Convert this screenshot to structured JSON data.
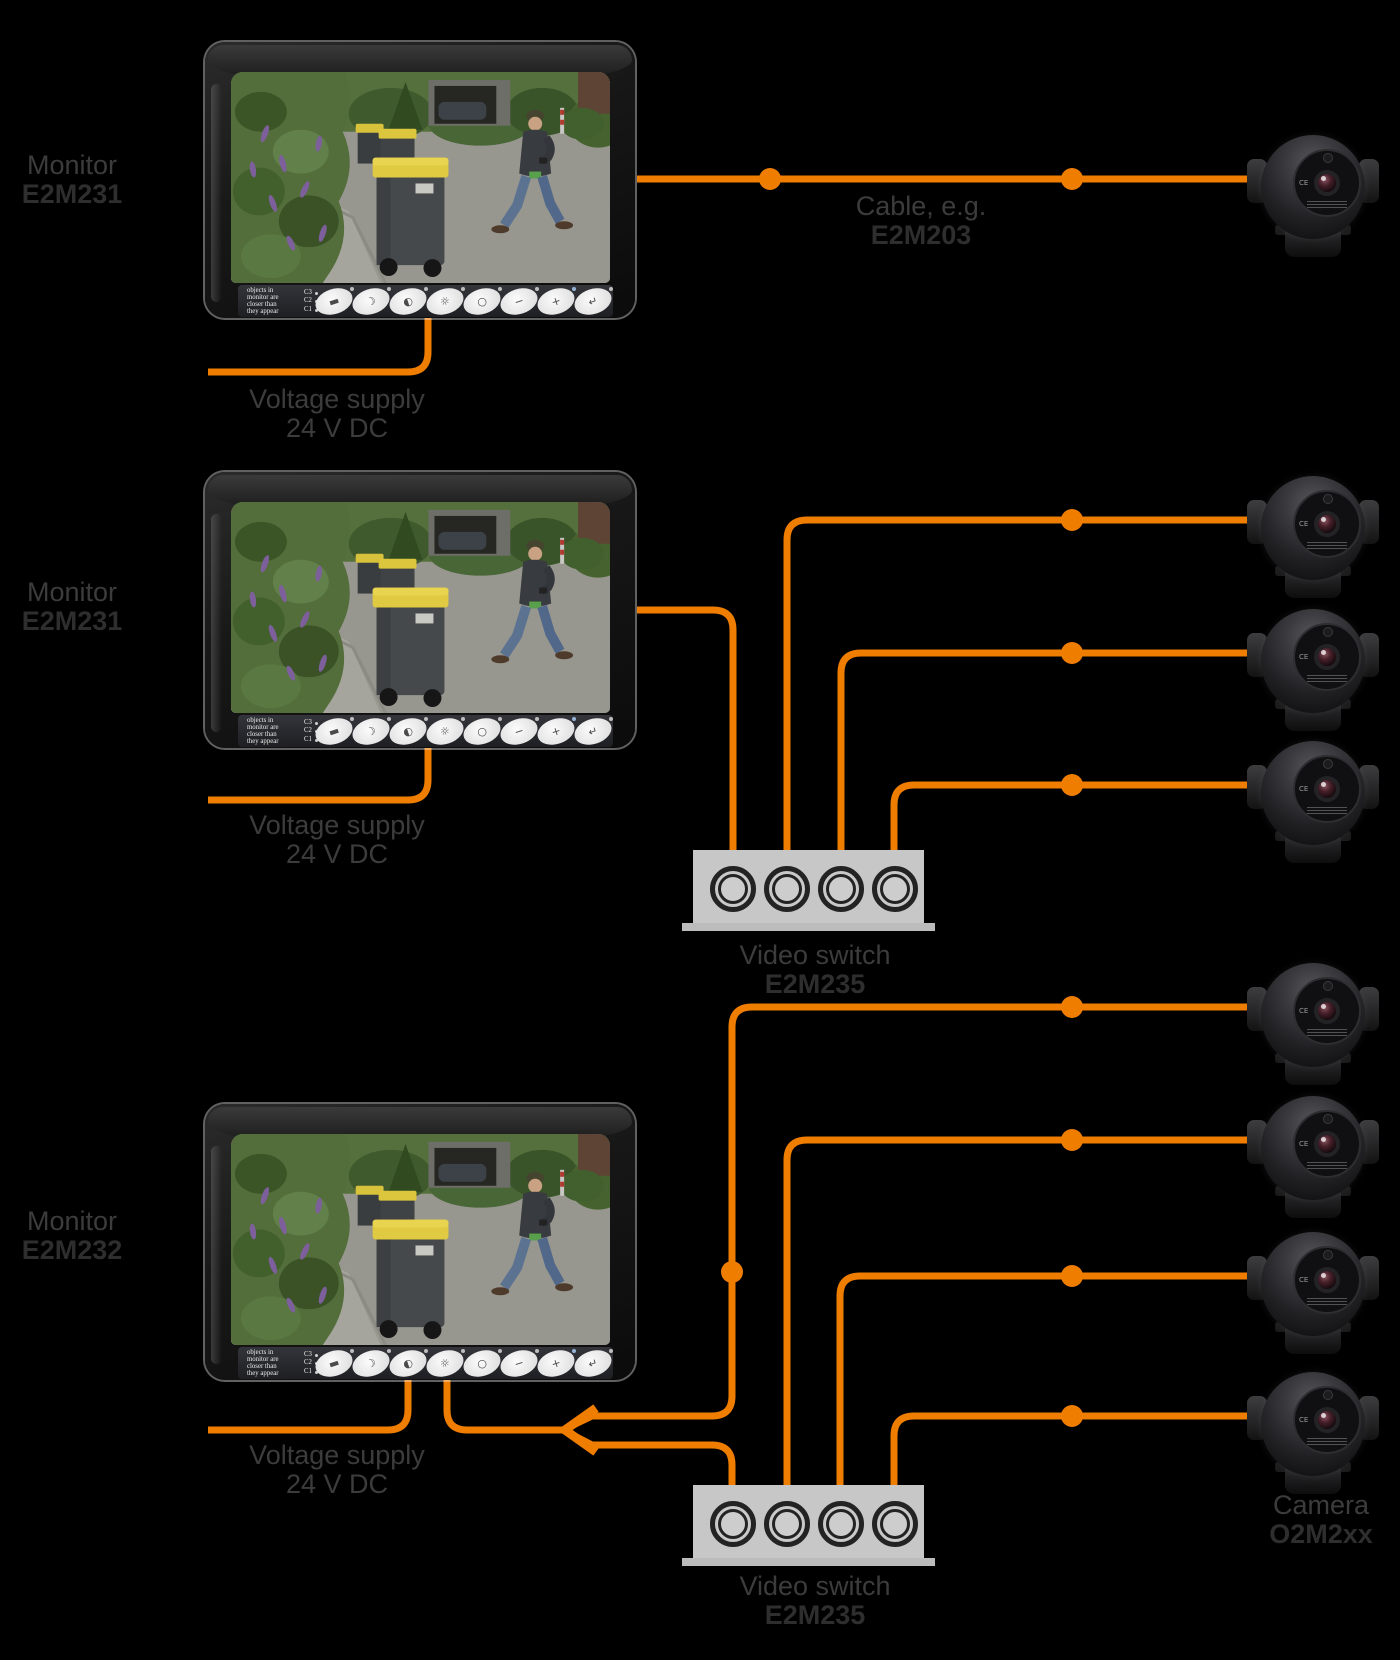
{
  "colors": {
    "background": "#000000",
    "accent": "#EF7D00",
    "label": "#3C3C3C",
    "label_bold": "#2E2E2E",
    "switch_body": "#C7C7C7"
  },
  "labels": {
    "monitor1": {
      "type": "Monitor",
      "code": "E2M231"
    },
    "monitor2": {
      "type": "Monitor",
      "code": "E2M231"
    },
    "monitor3": {
      "type": "Monitor",
      "code": "E2M232"
    },
    "cable": {
      "caption": "Cable, e.g.",
      "code": "E2M203"
    },
    "voltage_supply": {
      "line1": "Voltage supply",
      "line2": "24 V DC"
    },
    "switch1": {
      "type": "Video switch",
      "code": "E2M235"
    },
    "switch2": {
      "type": "Video switch",
      "code": "E2M235"
    },
    "camera_group": {
      "type": "Camera",
      "code": "O2M2xx"
    }
  },
  "monitor_panel": {
    "warning_lines": [
      "objects in",
      "monitor are",
      "closer than",
      "they appear"
    ],
    "channels": [
      "C3",
      "C2",
      "C1"
    ],
    "buttons": [
      {
        "name": "display",
        "glyph": "▬"
      },
      {
        "name": "night",
        "glyph": "☽"
      },
      {
        "name": "contrast",
        "glyph": "◐"
      },
      {
        "name": "brightness",
        "glyph": "☼"
      },
      {
        "name": "menu",
        "glyph": "○"
      },
      {
        "name": "minus",
        "glyph": "−"
      },
      {
        "name": "plus",
        "glyph": "+"
      },
      {
        "name": "enter",
        "glyph": "↵"
      }
    ]
  },
  "camera_face": {
    "ce": "CE"
  }
}
